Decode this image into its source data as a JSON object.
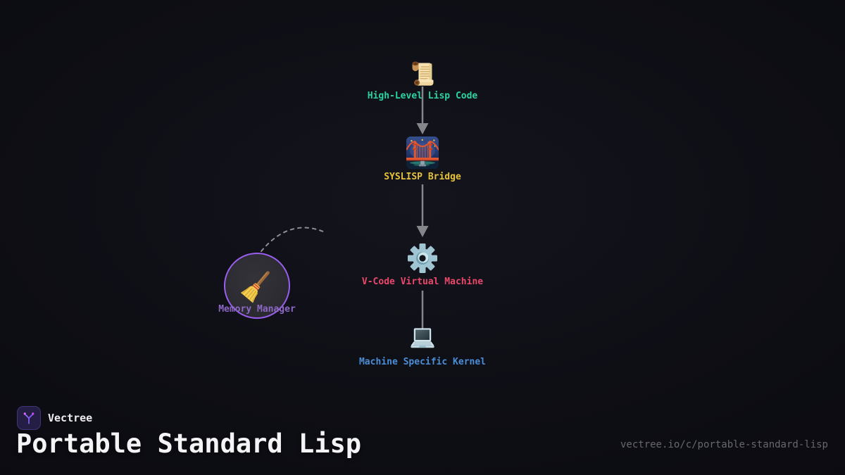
{
  "diagram": {
    "nodes": [
      {
        "id": "high-level-lisp-code",
        "label": "High-Level Lisp Code",
        "icon": "scroll-icon",
        "color": "#2bd4a0"
      },
      {
        "id": "syslisp-bridge",
        "label": "SYSLISP Bridge",
        "icon": "bridge-at-night-icon",
        "color": "#e7c33b"
      },
      {
        "id": "v-code-virtual-machine",
        "label": "V-Code Virtual Machine",
        "icon": "gear-icon",
        "color": "#e9486b"
      },
      {
        "id": "machine-specific-kernel",
        "label": "Machine Specific Kernel",
        "icon": "laptop-icon",
        "color": "#4a8ed8"
      },
      {
        "id": "memory-manager",
        "label": "Memory Manager",
        "icon": "broom-icon",
        "color": "#8d68c5",
        "shape": "circle",
        "ring_color": "#9b5ff0"
      }
    ],
    "edges": [
      {
        "from": "high-level-lisp-code",
        "to": "syslisp-bridge",
        "type": "solid-arrow"
      },
      {
        "from": "syslisp-bridge",
        "to": "v-code-virtual-machine",
        "type": "solid-arrow"
      },
      {
        "from": "v-code-virtual-machine",
        "to": "machine-specific-kernel",
        "type": "solid-line"
      },
      {
        "from": "memory-manager",
        "to": "v-code-virtual-machine",
        "type": "dashed-curve"
      }
    ],
    "connector_color": "#85858c"
  },
  "footer": {
    "brand": "Vectree",
    "title": "Portable Standard Lisp",
    "url": "vectree.io/c/portable-standard-lisp"
  },
  "colors": {
    "background": "#0e0e15",
    "title_text": "#f4f4f6",
    "brand_text": "#ededef",
    "url_text": "#67676f",
    "logo_bg": "#241e45",
    "logo_accent": "#8b5cf6",
    "logo_dot": "#e36bf0"
  }
}
